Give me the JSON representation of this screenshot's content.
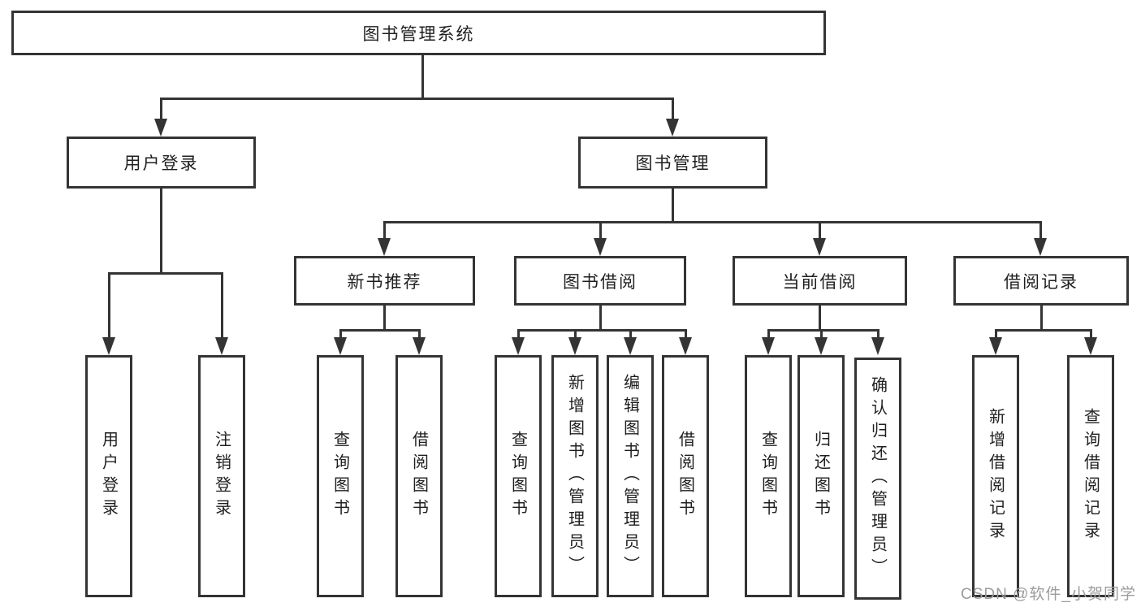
{
  "tree": {
    "root": {
      "label": "图书管理系统"
    },
    "branches": [
      {
        "label": "用户登录",
        "children": [
          "用户登录",
          "注销登录"
        ]
      },
      {
        "label": "图书管理",
        "groups": [
          {
            "label": "新书推荐",
            "children": [
              "查询图书",
              "借阅图书"
            ]
          },
          {
            "label": "图书借阅",
            "children": [
              "查询图书",
              "新增图书（管理员）",
              "编辑图书（管理员）",
              "借阅图书"
            ]
          },
          {
            "label": "当前借阅",
            "children": [
              "查询图书",
              "归还图书",
              "确认归还（管理员）"
            ]
          },
          {
            "label": "借阅记录",
            "children": [
              "新增借阅记录",
              "查询借阅记录"
            ]
          }
        ]
      }
    ]
  },
  "watermark": {
    "text": "CSDN @软件_小贺同学"
  },
  "colors": {
    "line": "#343434",
    "node_border": "#343434",
    "node_text": "#1f1f1f",
    "watermark_text": "#9c9c9c",
    "background": "#ffffff"
  }
}
